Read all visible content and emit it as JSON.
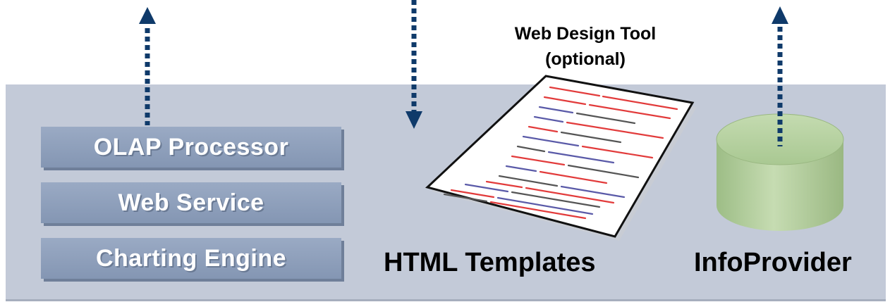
{
  "layers": [
    {
      "label": "OLAP Processor"
    },
    {
      "label": "Web Service"
    },
    {
      "label": "Charting Engine"
    }
  ],
  "templates": {
    "label": "HTML Templates",
    "tool_line1": "Web Design Tool",
    "tool_line2": "(optional)"
  },
  "provider": {
    "label": "InfoProvider"
  },
  "colors": {
    "panel": "#c3cad8",
    "layer_box": "#8fa0bc",
    "arrow": "#0f3a6a",
    "cylinder": "#b8d2a2"
  }
}
